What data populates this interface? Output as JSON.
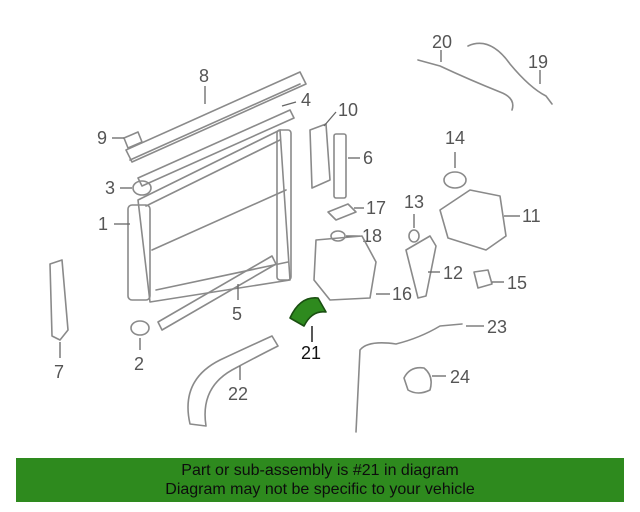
{
  "callouts": {
    "c1": "1",
    "c2": "2",
    "c3": "3",
    "c4": "4",
    "c5": "5",
    "c6": "6",
    "c7": "7",
    "c8": "8",
    "c9": "9",
    "c10": "10",
    "c11": "11",
    "c12": "12",
    "c13": "13",
    "c14": "14",
    "c15": "15",
    "c16": "16",
    "c17": "17",
    "c18": "18",
    "c19": "19",
    "c20": "20",
    "c21": "21",
    "c22": "22",
    "c23": "23",
    "c24": "24"
  },
  "highlight_color": "#2e8a1e",
  "banner": {
    "line1": "Part or sub-assembly is #21 in diagram",
    "line2": "Diagram may not be specific to your vehicle"
  }
}
